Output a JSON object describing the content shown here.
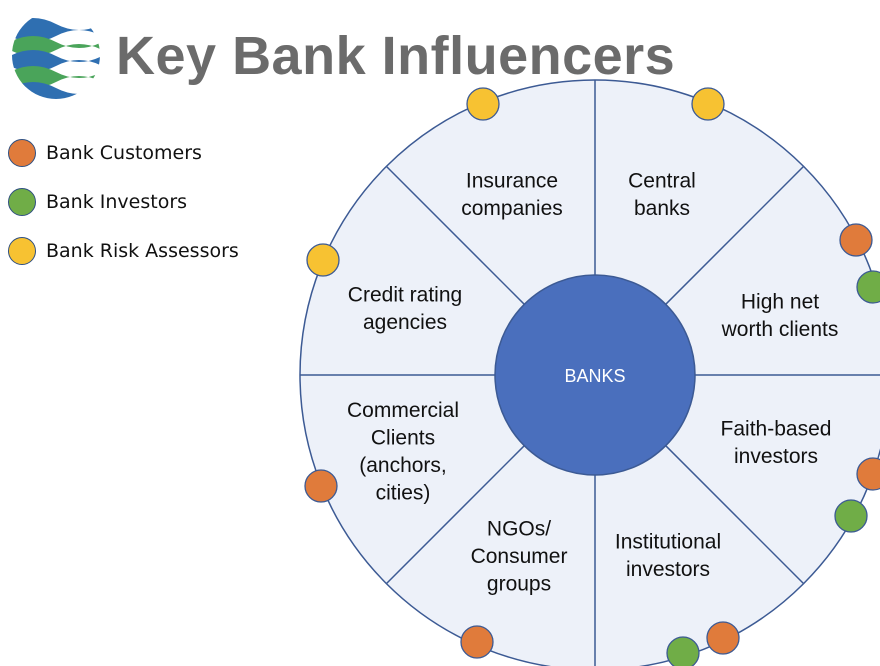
{
  "header": {
    "title": "Key Bank Influencers"
  },
  "legend": [
    {
      "label": "Bank Customers",
      "color": "#e07b3b"
    },
    {
      "label": "Bank Investors",
      "color": "#70ad47"
    },
    {
      "label": "Bank Risk Assessors",
      "color": "#f7c232"
    }
  ],
  "colors": {
    "ring_fill": "#edf1f9",
    "ring_stroke": "#3c5a94",
    "hub_fill": "#4a6fbd",
    "logo_blue": "#2f6fb1",
    "logo_green": "#4aa45a"
  },
  "diagram": {
    "center_label": "BANKS",
    "segments": [
      {
        "lines": [
          "Insurance",
          "companies"
        ]
      },
      {
        "lines": [
          "Central",
          "banks"
        ]
      },
      {
        "lines": [
          "High net",
          "worth clients"
        ]
      },
      {
        "lines": [
          "Faith-based",
          "investors"
        ]
      },
      {
        "lines": [
          "Institutional",
          "investors"
        ]
      },
      {
        "lines": [
          "NGOs/",
          "Consumer",
          "groups"
        ]
      },
      {
        "lines": [
          "Commercial",
          "Clients",
          "(anchors,",
          "cities)"
        ]
      },
      {
        "lines": [
          "Credit rating",
          "agencies"
        ]
      }
    ],
    "markers": [
      {
        "segment": "Insurance companies",
        "type": "Bank Risk Assessors"
      },
      {
        "segment": "Central banks",
        "type": "Bank Risk Assessors"
      },
      {
        "segment": "High net worth clients",
        "type": "Bank Customers"
      },
      {
        "segment": "High net worth clients",
        "type": "Bank Investors"
      },
      {
        "segment": "Faith-based investors",
        "type": "Bank Customers"
      },
      {
        "segment": "Faith-based investors",
        "type": "Bank Investors"
      },
      {
        "segment": "Institutional investors",
        "type": "Bank Customers"
      },
      {
        "segment": "Institutional investors",
        "type": "Bank Investors"
      },
      {
        "segment": "NGOs/Consumer groups",
        "type": "Bank Customers"
      },
      {
        "segment": "Commercial Clients",
        "type": "Bank Customers"
      },
      {
        "segment": "Credit rating agencies",
        "type": "Bank Risk Assessors"
      }
    ]
  }
}
